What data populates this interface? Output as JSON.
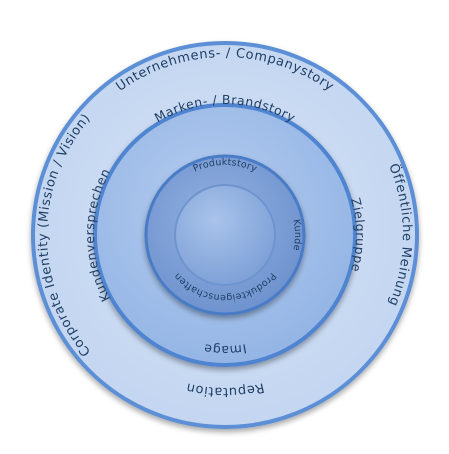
{
  "diagram": {
    "outer_ring": {
      "top": "Unternehmens- / Companystory",
      "right": "Öffentliche Meinung",
      "bottom": "Reputation",
      "left": "Corporate Identity (Mission / Vision)"
    },
    "middle_ring": {
      "top": "Marken- / Brandstory",
      "right": "Zielgruppe",
      "bottom": "Image",
      "left": "Kundenversprechen"
    },
    "inner_ring": {
      "top": "Produktstory",
      "right": "Kunde",
      "bottom": "Produkteigenschaften"
    },
    "colors": {
      "outer_fill": "#c9daf2",
      "outer_border": "#5b8fd6",
      "middle_fill": "#a3c0ea",
      "middle_border": "#4f84d0",
      "inner_fill": "#7ea1d8",
      "core_fill": "#8fb0e0"
    }
  }
}
